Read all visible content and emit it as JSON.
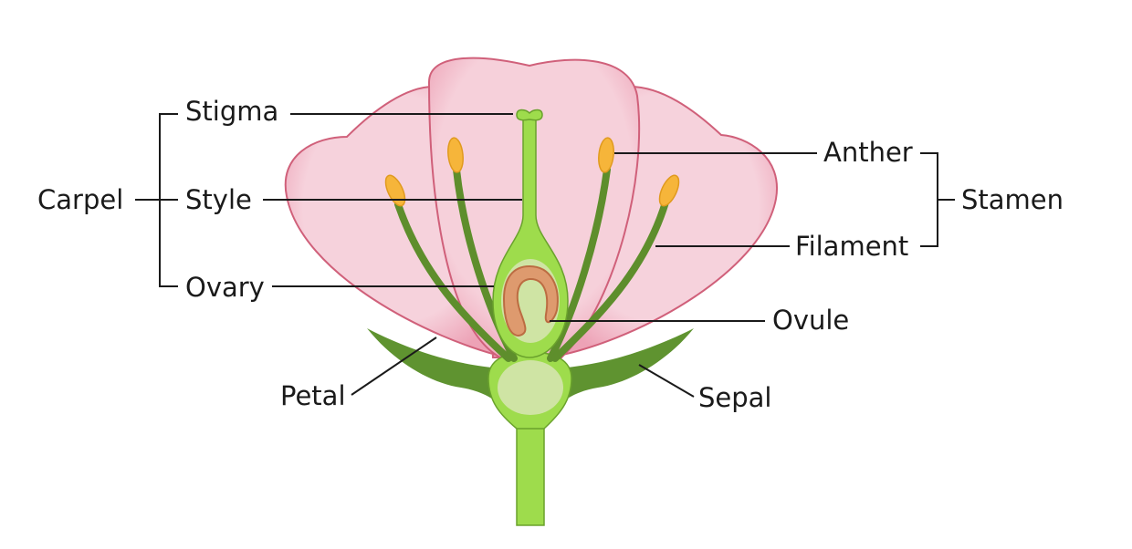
{
  "labels": {
    "stigma": "Stigma",
    "style": "Style",
    "ovary": "Ovary",
    "carpel": "Carpel",
    "anther": "Anther",
    "filament": "Filament",
    "stamen": "Stamen",
    "ovule": "Ovule",
    "petal": "Petal",
    "sepal": "Sepal"
  },
  "colors": {
    "petal_fill": "#f5ccd8",
    "petal_stroke": "#d0607a",
    "stem": "#9edc4c",
    "stem_stroke": "#6aa22c",
    "filament": "#5e8e2c",
    "anther": "#f6b53a",
    "sepal": "#5f9330",
    "ovule": "#de9a6e",
    "ovary_inner": "#cfe4a4"
  }
}
